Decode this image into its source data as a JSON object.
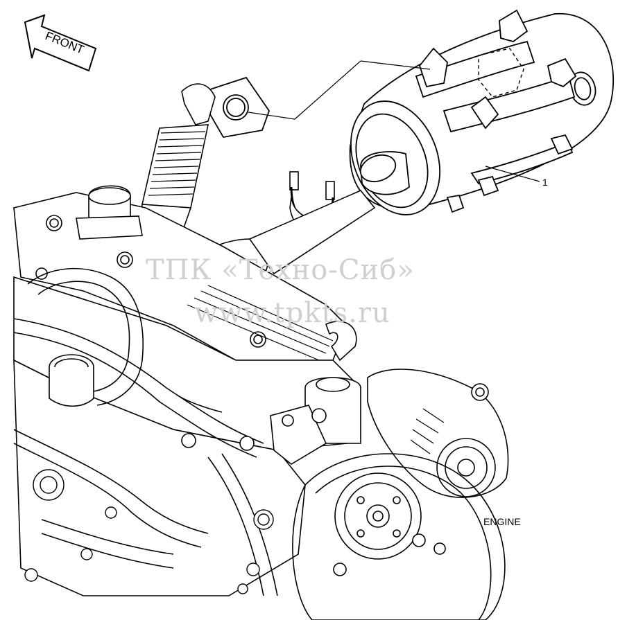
{
  "diagram": {
    "direction_label": "FRONT",
    "part_callout": "1",
    "engine_label": "ENGINE",
    "watermark_line1": "ТПК «Техно-Сиб»",
    "watermark_line2": "www.tpkts.ru"
  },
  "colors": {
    "line": "#000000",
    "watermark": "#cfcfcf",
    "background": "#ffffff"
  }
}
